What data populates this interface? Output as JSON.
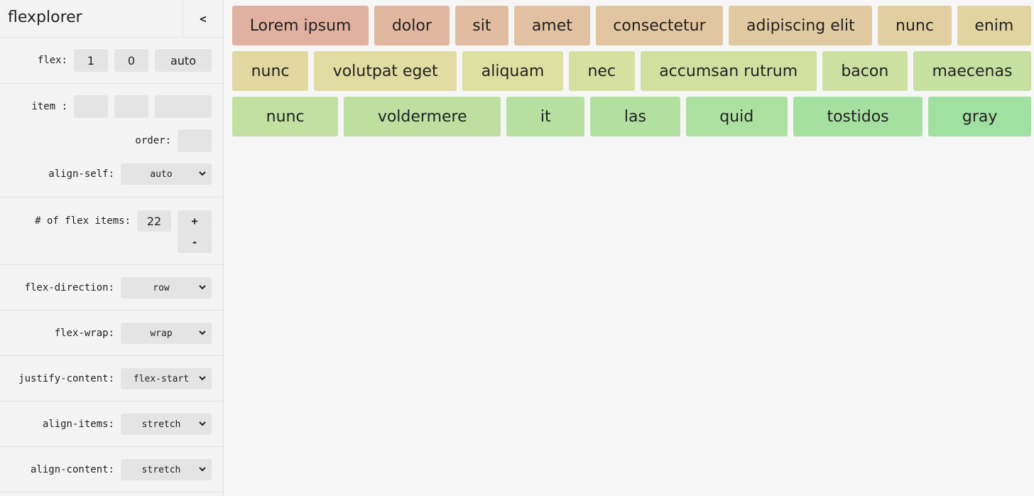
{
  "app": {
    "title": "flexplorer",
    "collapse_label": "<"
  },
  "flex_control": {
    "label": "flex:",
    "grow": "1",
    "shrink": "0",
    "basis": "auto"
  },
  "item_control": {
    "label": "item :",
    "grow": "",
    "shrink": "",
    "basis": "",
    "order_label": "order:",
    "order": "",
    "align_self_label": "align-self:",
    "align_self": "auto"
  },
  "count_control": {
    "label": "# of flex items:",
    "value": "22",
    "plus_label": "+",
    "minus_label": "-"
  },
  "container_controls": [
    {
      "label": "flex-direction:",
      "value": "row"
    },
    {
      "label": "flex-wrap:",
      "value": "wrap"
    },
    {
      "label": "justify-content:",
      "value": "flex-start"
    },
    {
      "label": "align-items:",
      "value": "stretch"
    },
    {
      "label": "align-content:",
      "value": "stretch"
    }
  ],
  "items": [
    {
      "label": "Lorem ipsum",
      "color": "#e0b0a0"
    },
    {
      "label": "dolor",
      "color": "#e1b7a0"
    },
    {
      "label": "sit",
      "color": "#e1bca1"
    },
    {
      "label": "amet",
      "color": "#e1c1a1"
    },
    {
      "label": "consectetur",
      "color": "#e1c5a1"
    },
    {
      "label": "adipiscing elit",
      "color": "#e1caa1"
    },
    {
      "label": "nunc",
      "color": "#e1cfa1"
    },
    {
      "label": "enim",
      "color": "#e1d4a1"
    },
    {
      "label": "nunc",
      "color": "#e1d8a1"
    },
    {
      "label": "volutpat eget",
      "color": "#e1dca1"
    },
    {
      "label": "aliquam",
      "color": "#dde0a1"
    },
    {
      "label": "nec",
      "color": "#d6e0a1"
    },
    {
      "label": "accumsan rutrum",
      "color": "#d1e0a1"
    },
    {
      "label": "bacon",
      "color": "#cbe0a1"
    },
    {
      "label": "maecenas",
      "color": "#c6e0a1"
    },
    {
      "label": "nunc",
      "color": "#c1e0a1"
    },
    {
      "label": "voldermere",
      "color": "#bde0a1"
    },
    {
      "label": "it",
      "color": "#b7e0a1"
    },
    {
      "label": "las",
      "color": "#b1e0a1"
    },
    {
      "label": "quid",
      "color": "#ace0a1"
    },
    {
      "label": "tostidos",
      "color": "#a6e0a1"
    },
    {
      "label": "gray",
      "color": "#a0e0a0"
    }
  ]
}
